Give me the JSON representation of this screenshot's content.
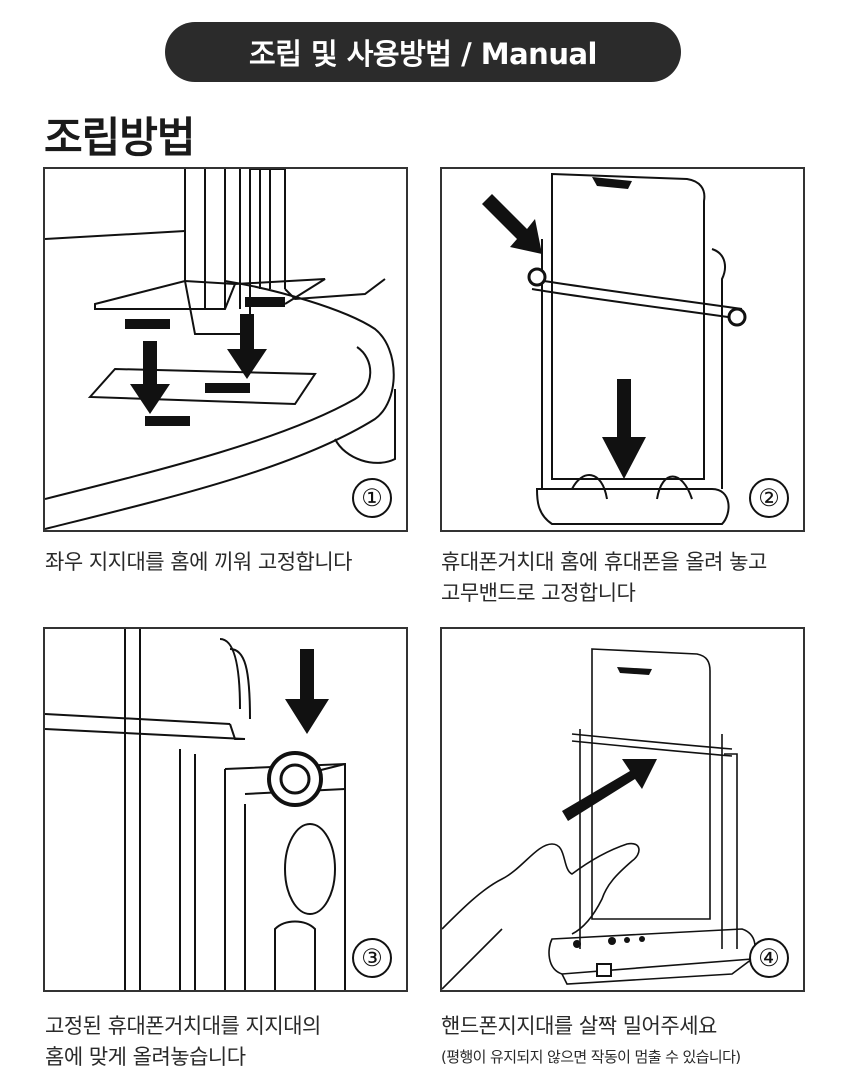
{
  "header": {
    "title": "조립 및 사용방법 / Manual"
  },
  "section": {
    "title": "조립방법"
  },
  "steps": [
    {
      "number": "①",
      "caption_lines": [
        "좌우 지지대를 홈에 끼워 고정합니다"
      ]
    },
    {
      "number": "②",
      "caption_lines": [
        "휴대폰거치대 홈에 휴대폰을 올려 놓고",
        "고무밴드로 고정합니다"
      ]
    },
    {
      "number": "③",
      "caption_lines": [
        "고정된 휴대폰거치대를 지지대의",
        "홈에 맞게 올려놓습니다"
      ]
    },
    {
      "number": "④",
      "caption_lines": [
        "핸드폰지지대를 살짝 밀어주세요",
        "(평행이 유지되지 않으면 작동이 멈출 수 있습니다)"
      ]
    }
  ]
}
